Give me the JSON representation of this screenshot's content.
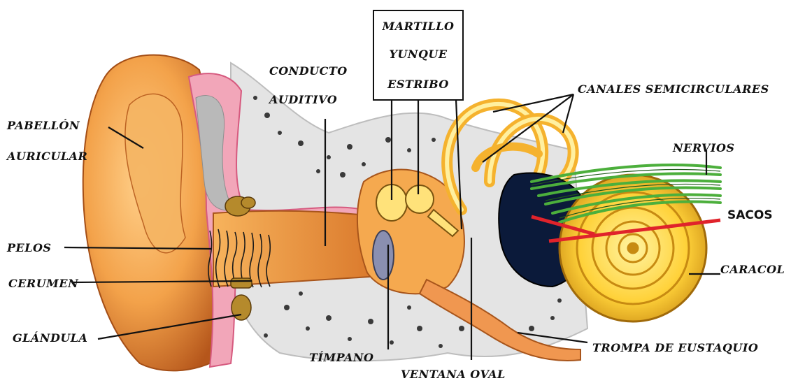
{
  "diagram": {
    "labels": {
      "pabellon_line1": "PABELLÓN",
      "pabellon_line2": "AURICULAR",
      "conducto_line1": "CONDUCTO",
      "conducto_line2": "AUDITIVO",
      "martillo": "MARTILLO",
      "yunque": "YUNQUE",
      "estribo": "ESTRIBO",
      "canales": "CANALES SEMICIRCULARES",
      "nervios": "NERVIOS",
      "sacos": "SACOS",
      "pelos": "PELOS",
      "cerumen": "CERUMEN",
      "caracol": "CARACOL",
      "glandula": "GLÁNDULA",
      "timpano": "TÍMPANO",
      "trompa": "TROMPA DE EUSTAQUIO",
      "ventana": "VENTANA OVAL"
    },
    "colors": {
      "skin": "#f3a24a",
      "skin_dark": "#c8651f",
      "membrane": "#e66b8c",
      "membrane_light": "#f7c3cf",
      "bone": "#e9e9e9",
      "bone_pores": "#2b2b2b",
      "cochlea": "#ffd23a",
      "cochlea_dark": "#c98a12",
      "nerve": "#4caf3c",
      "sacs": "#0b1a3a",
      "sacos_line": "#e0232b",
      "leader": "#111111"
    }
  }
}
